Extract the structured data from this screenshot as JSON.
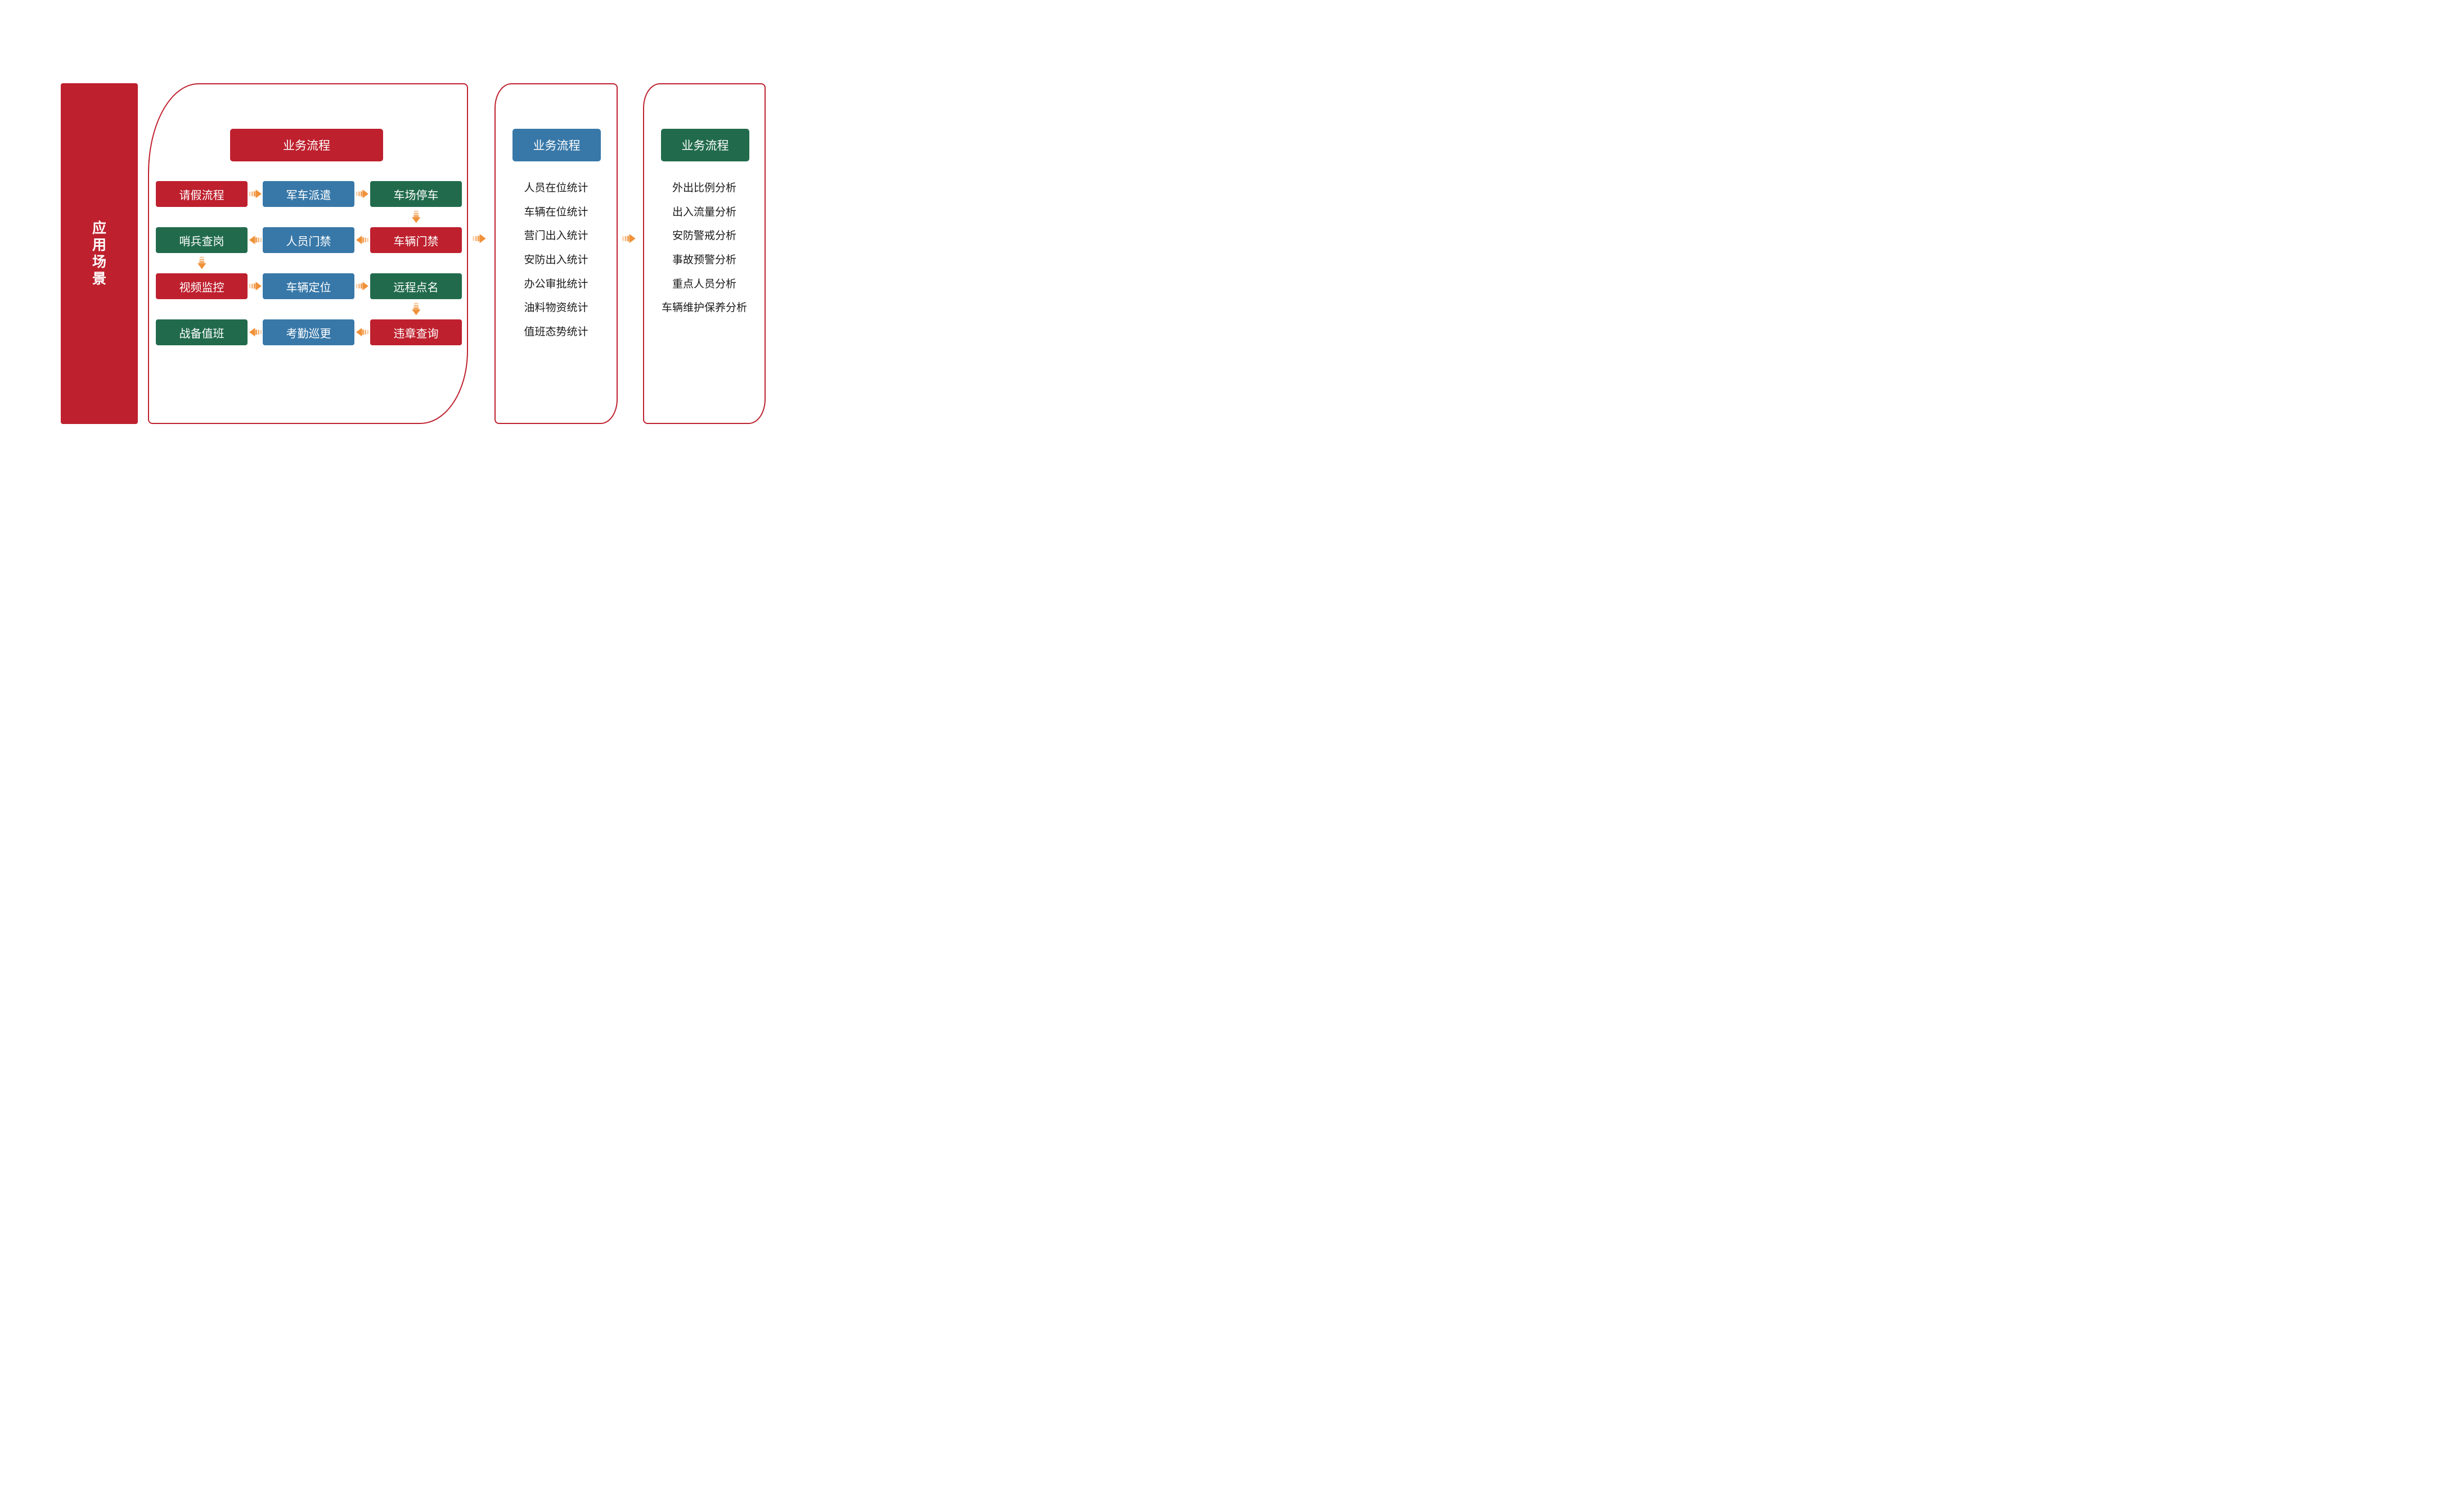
{
  "palette": {
    "red": "#BE202E",
    "blue": "#3878A8",
    "green": "#216B4C",
    "orange": "#F09138",
    "ink": "#1A1A1A"
  },
  "icons": {
    "flow_arrow": "striped-triangle-arrow"
  },
  "sidebar": {
    "title": "应用场景"
  },
  "process_panel": {
    "header": {
      "label": "业务流程",
      "color": "red"
    },
    "rows": [
      {
        "flow": "right",
        "cells": [
          {
            "label": "请假流程",
            "color": "red"
          },
          {
            "label": "军车派遣",
            "color": "blue"
          },
          {
            "label": "车场停车",
            "color": "green"
          }
        ]
      },
      {
        "flow": "left",
        "cells": [
          {
            "label": "哨兵查岗",
            "color": "green"
          },
          {
            "label": "人员门禁",
            "color": "blue"
          },
          {
            "label": "车辆门禁",
            "color": "red"
          }
        ]
      },
      {
        "flow": "right",
        "cells": [
          {
            "label": "视频监控",
            "color": "red"
          },
          {
            "label": "车辆定位",
            "color": "blue"
          },
          {
            "label": "远程点名",
            "color": "green"
          }
        ]
      },
      {
        "flow": "left",
        "cells": [
          {
            "label": "战备值班",
            "color": "green"
          },
          {
            "label": "考勤巡更",
            "color": "blue"
          },
          {
            "label": "违章查询",
            "color": "red"
          }
        ]
      }
    ]
  },
  "stats_panel": {
    "header": {
      "label": "业务流程",
      "color": "blue"
    },
    "items": [
      "人员在位统计",
      "车辆在位统计",
      "营门出入统计",
      "安防出入统计",
      "办公审批统计",
      "油料物资统计",
      "值班态势统计"
    ]
  },
  "analysis_panel": {
    "header": {
      "label": "业务流程",
      "color": "green"
    },
    "items": [
      "外出比例分析",
      "出入流量分析",
      "安防警戒分析",
      "事故预警分析",
      "重点人员分析",
      "车辆维护保养分析"
    ]
  }
}
